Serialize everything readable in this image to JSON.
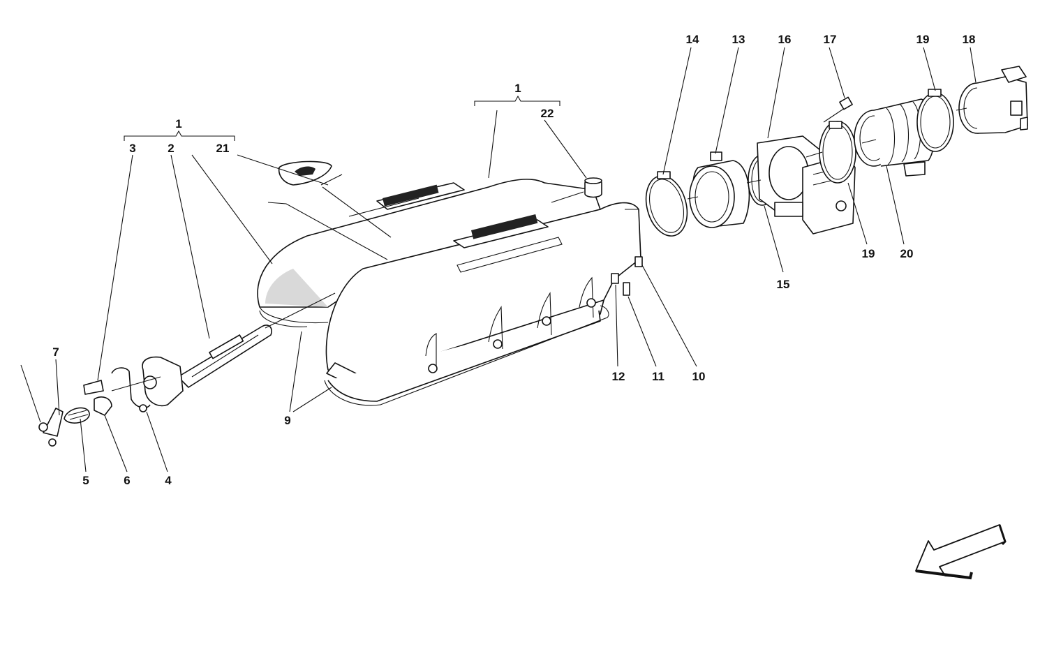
{
  "diagram": {
    "callouts": {
      "c1a": "1",
      "c1b": "1",
      "c2": "2",
      "c3": "3",
      "c4": "4",
      "c5": "5",
      "c6": "6",
      "c7": "7",
      "c9": "9",
      "c10": "10",
      "c11": "11",
      "c12": "12",
      "c13": "13",
      "c14": "14",
      "c15": "15",
      "c16": "16",
      "c17": "17",
      "c18": "18",
      "c19a": "19",
      "c19b": "19",
      "c20": "20",
      "c21": "21",
      "c22": "22"
    },
    "icons": {
      "orientation_arrow": "front-direction-arrow-icon"
    }
  }
}
